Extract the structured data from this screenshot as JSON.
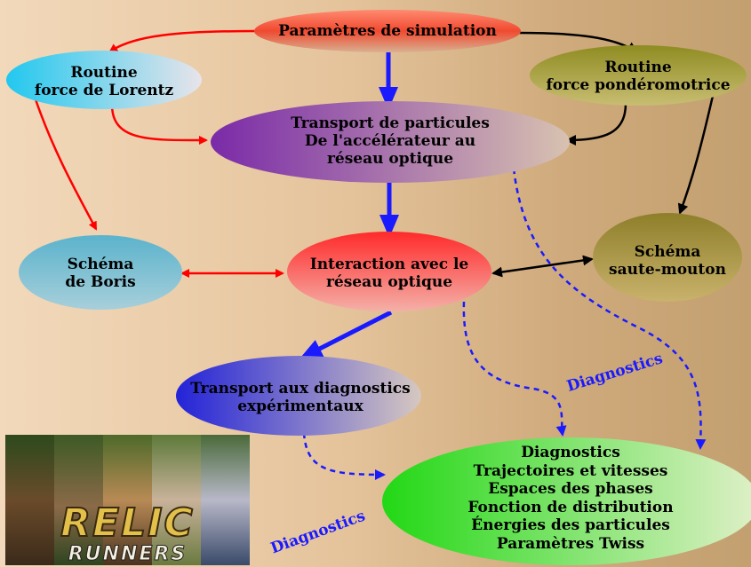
{
  "nodes": {
    "params": "Paramètres de simulation",
    "lorentz": "Routine\nforce de Lorentz",
    "ponderomotrice": "Routine\nforce pondéromotrice",
    "transport": "Transport de particules\nDe l'accélérateur au\nréseau optique",
    "boris": "Schéma\nde Boris",
    "interaction": "Interaction avec le\nréseau optique",
    "saute": "Schéma\nsaute-mouton",
    "transport_diag": "Transport aux diagnostics\nexpérimentaux",
    "diagnostics": "Diagnostics\nTrajectoires et vitesses\nEspaces des phases\nFonction de distribution\nÉnergies des particules\nParamètres Twiss"
  },
  "edge_labels": {
    "diag_right": "Diagnostics",
    "diag_bottom": "Diagnostics"
  },
  "game_art": {
    "logo_line1": "RELIC",
    "logo_line2": "RUNNERS"
  },
  "colors": {
    "red_arrow": "#ff0000",
    "blue_arrow": "#1a1aff",
    "black_arrow": "#000000"
  }
}
